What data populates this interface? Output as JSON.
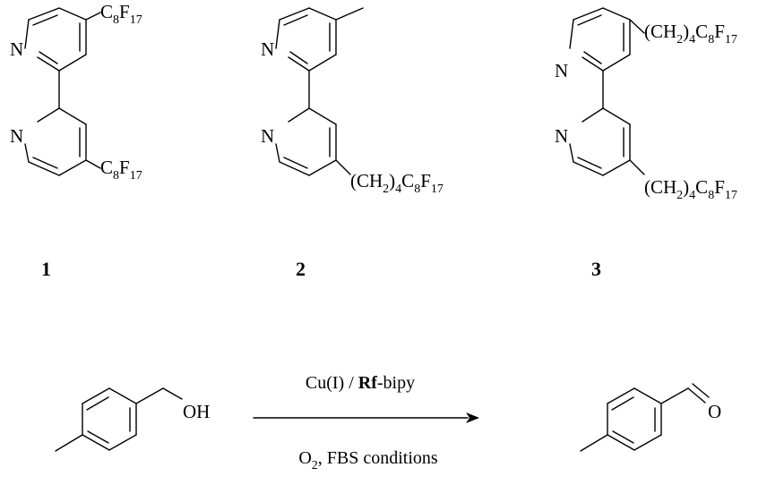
{
  "compounds": [
    {
      "number": "1",
      "top_substituent": {
        "main": "C",
        "sub1": "8",
        "main2": "F",
        "sub2": "17"
      },
      "bottom_substituent": {
        "main": "C",
        "sub1": "8",
        "main2": "F",
        "sub2": "17"
      }
    },
    {
      "number": "2",
      "bottom_substituent": {
        "p1": "(CH",
        "s1": "2",
        "p2": ")",
        "s2": "4",
        "p3": "C",
        "s3": "8",
        "p4": "F",
        "s4": "17"
      }
    },
    {
      "number": "3",
      "top_substituent": {
        "p1": "(CH",
        "s1": "2",
        "p2": ")",
        "s2": "4",
        "p3": "C",
        "s3": "8",
        "p4": "F",
        "s4": "17"
      },
      "bottom_substituent": {
        "p1": "(CH",
        "s1": "2",
        "p2": ")",
        "s2": "4",
        "p3": "C",
        "s3": "8",
        "p4": "F",
        "s4": "17"
      }
    }
  ],
  "atoms": {
    "nitrogen": "N",
    "oxygen": "O",
    "hydroxyl": "OH"
  },
  "reaction": {
    "above_arrow": {
      "catalyst": "Cu(I) / ",
      "ligand_bold": "Rf",
      "ligand_rest": "-bipy"
    },
    "below_arrow": {
      "o": "O",
      "o_sub": "2",
      "rest": ", FBS conditions"
    }
  },
  "colors": {
    "ink": "#000000",
    "background": "#ffffff"
  }
}
